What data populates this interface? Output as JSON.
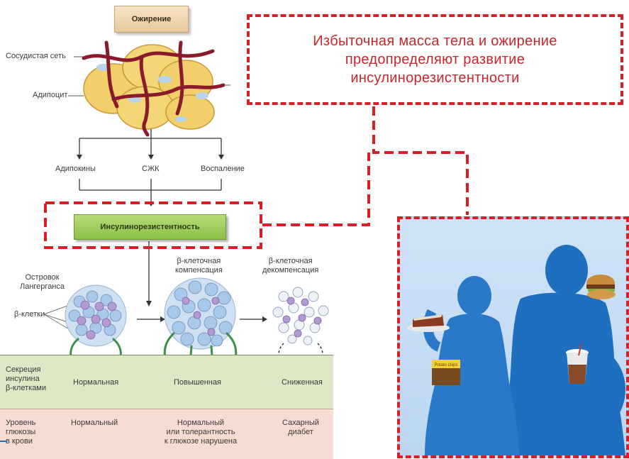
{
  "diagram": {
    "top_box": "Ожирение",
    "vascular_label": "Сосудистая сеть",
    "adipocyte_label": "Адипоцит",
    "branches": [
      "Адипокины",
      "СЖК",
      "Воспаление"
    ],
    "ir_box": "Инсулинорезистентность",
    "islet_label_line1": "Островок",
    "islet_label_line2": "Лангерганса",
    "beta_cells_label": "β-клетки",
    "compensation_line1": "β-клеточная",
    "compensation_line2": "компенсация",
    "decompensation_line1": "β-клеточная",
    "decompensation_line2": "декомпенсация",
    "secretion_row": {
      "label_lines": [
        "Секреция",
        "инсулина",
        "β-клетками"
      ],
      "values": [
        "Нормальная",
        "Повышенная",
        "Сниженная"
      ]
    },
    "glucose_row": {
      "label_lines": [
        "Уровень",
        "глюкозы",
        "в крови"
      ],
      "col1": "Нормальный",
      "col2_lines": [
        "Нормальный",
        "или толерантность",
        "к глюкозе нарушена"
      ],
      "col3_lines": [
        "Сахарный",
        "диабет"
      ]
    }
  },
  "callout": {
    "line1": "Избыточная масса тела и ожирение",
    "line2": "предопределяют развитие",
    "line3": "инсулинорезистентности"
  },
  "illustration": {
    "bag_label": "Potato chips"
  },
  "colors": {
    "accent_red": "#d81f26",
    "silhouette_blue": "#1f6fc0",
    "secretion_band": "#dde9c6",
    "glucose_band": "#f7dcd4",
    "cell_purple": "#b39ad3",
    "cell_blue": "#a9c9ea"
  }
}
